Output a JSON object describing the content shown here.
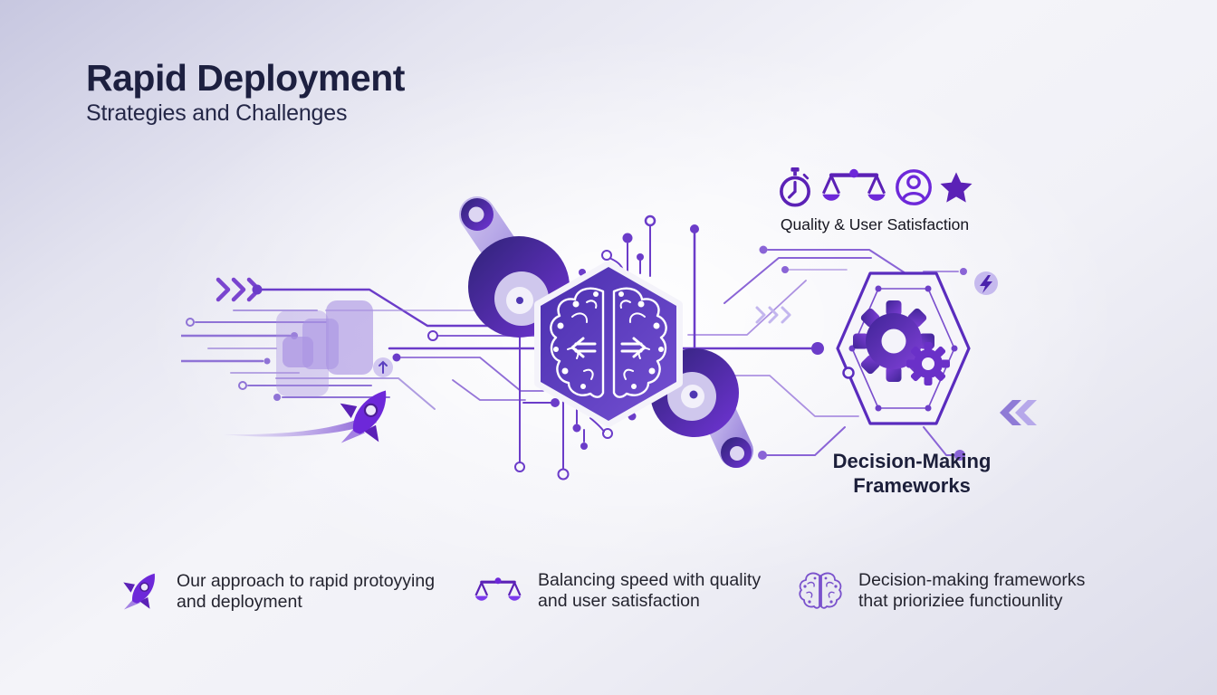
{
  "header": {
    "title": "Rapid Deployment",
    "subtitle": "Strategies and Challenges"
  },
  "quality": {
    "label": "Quality & User Satisfaction",
    "icons": [
      "stopwatch-icon",
      "scales-icon",
      "user-icon",
      "star-icon"
    ]
  },
  "frameworks": {
    "line1": "Decision-Making",
    "line2": "Frameworks"
  },
  "bottom_items": [
    {
      "icon": "rocket-icon",
      "line1": "Our approach to rapid protoyying",
      "line2": "and deployment"
    },
    {
      "icon": "scales-icon",
      "line1": "Balancing speed with quality",
      "line2": "and user satisfaction"
    },
    {
      "icon": "brain-icon",
      "line1": "Decision-making frameworks",
      "line2": "that prioriziee functiounlity"
    }
  ],
  "colors": {
    "accent": "#5b21b6",
    "accent_light": "#b3a3e6",
    "line": "#6b3cc9",
    "title_text": "#1d2040",
    "body_text": "#24242f"
  }
}
